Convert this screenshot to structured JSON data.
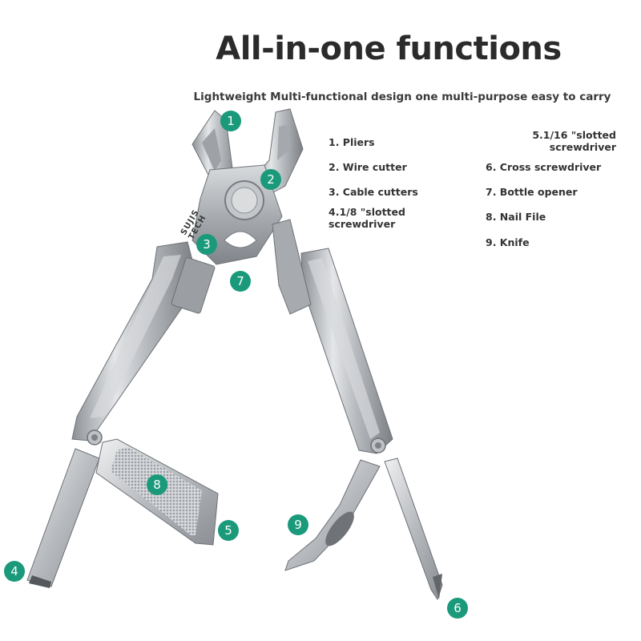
{
  "title": "All-in-one functions",
  "subtitle": "Lightweight Multi-functional design one multi-purpose easy to carry",
  "features_left": [
    {
      "label": "1. Pliers"
    },
    {
      "label": "2. Wire cutter"
    },
    {
      "label": "3. Cable cutters"
    },
    {
      "label_line1": "4.1/8 \"slotted",
      "label_line2": "screwdriver"
    }
  ],
  "features_right": [
    {
      "label_line1": "5.1/16 \"slotted",
      "label_line2": "screwdriver"
    },
    {
      "label": "6. Cross screwdriver"
    },
    {
      "label": "7. Bottle opener"
    },
    {
      "label": "8. Nail File"
    },
    {
      "label": "9. Knife"
    }
  ],
  "callouts": [
    "1",
    "2",
    "3",
    "4",
    "5",
    "6",
    "7",
    "8",
    "9"
  ],
  "logo_engraving": "SUJIS TECH",
  "colors": {
    "callout_badge": "#1a9a7a",
    "title_text": "#2b2b2b",
    "background": "#ffffff",
    "steel": "#b9bcc0"
  }
}
